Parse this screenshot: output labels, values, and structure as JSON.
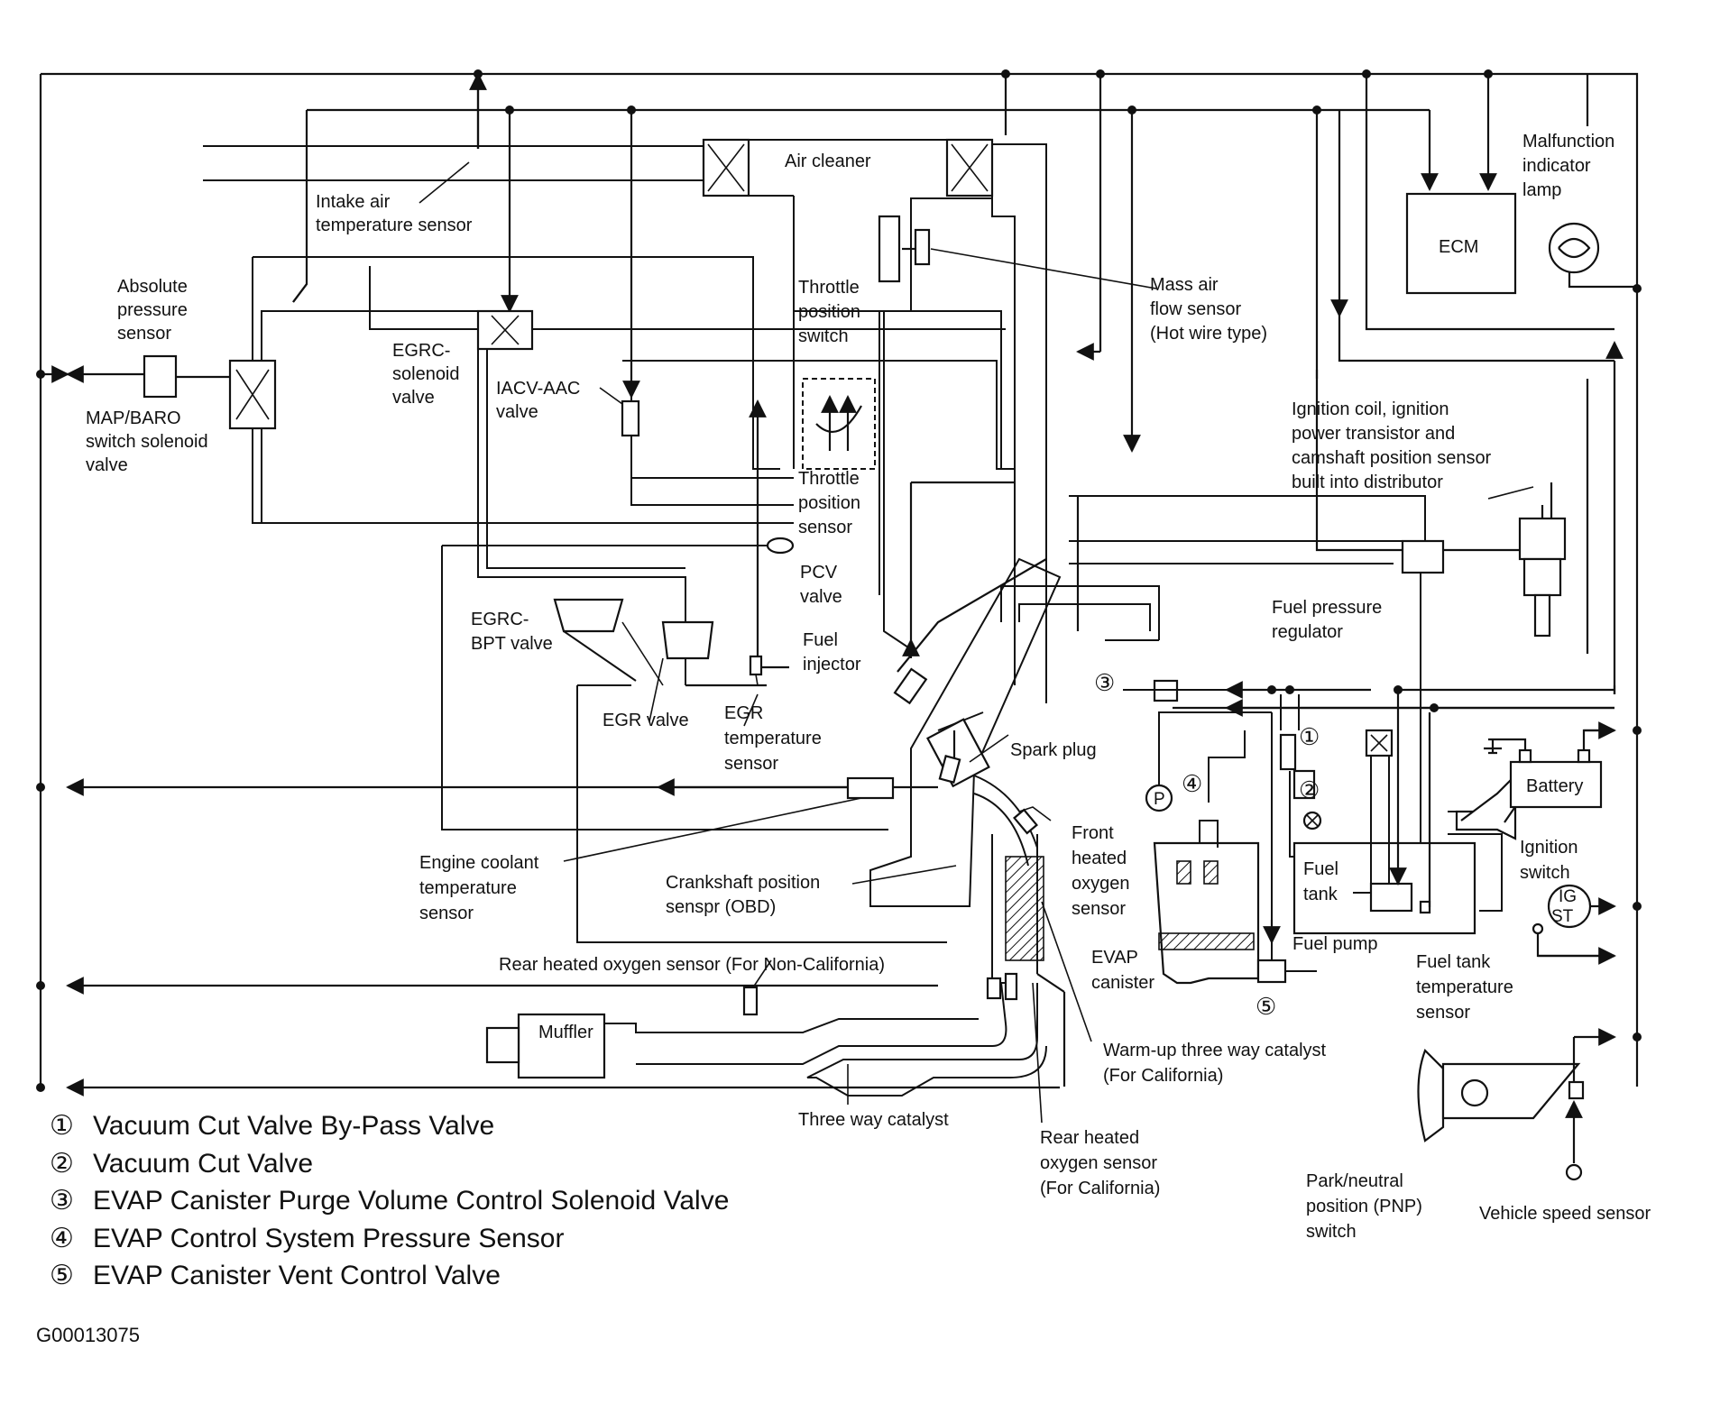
{
  "components": {
    "air_cleaner": "Air cleaner",
    "intake_air_temp": [
      "Intake air",
      "temperature sensor"
    ],
    "absolute_pressure": [
      "Absolute",
      "pressure",
      "sensor"
    ],
    "map_baro": [
      "MAP/BARO",
      "switch solenoid",
      "valve"
    ],
    "egrc_solenoid": [
      "EGRC-",
      "solenoid",
      "valve"
    ],
    "iacv_aac": [
      "IACV-AAC",
      "valve"
    ],
    "throttle_position_switch": [
      "Throttle",
      "position",
      "switch"
    ],
    "throttle_position_sensor": [
      "Throttle",
      "position",
      "sensor"
    ],
    "pcv_valve": [
      "PCV",
      "valve"
    ],
    "egrc_bpt": [
      "EGRC-",
      "BPT valve"
    ],
    "egr_valve": "EGR valve",
    "egr_temp": [
      "EGR",
      "temperature",
      "sensor"
    ],
    "fuel_injector": [
      "Fuel",
      "injector"
    ],
    "spark_plug": "Spark plug",
    "engine_coolant": [
      "Engine coolant",
      "temperature",
      "sensor"
    ],
    "crankshaft": [
      "Crankshaft position",
      "senspr (OBD)"
    ],
    "front_o2": [
      "Front",
      "heated",
      "oxygen",
      "sensor"
    ],
    "rear_o2_noncal": "Rear heated oxygen sensor (For Non-California)",
    "muffler": "Muffler",
    "warmup_cat": [
      "Warm-up three way catalyst",
      "(For California)"
    ],
    "three_way_cat": "Three way catalyst",
    "rear_o2_cal": [
      "Rear heated",
      "oxygen sensor",
      "(For California)"
    ],
    "mass_air_flow": [
      "Mass air",
      "flow sensor",
      "(Hot wire type)"
    ],
    "ecm": "ECM",
    "mil": [
      "Malfunction",
      "indicator",
      "lamp"
    ],
    "ignition_coil": [
      "Ignition coil, ignition",
      "power transistor and",
      "camshaft position sensor",
      "built into distributor"
    ],
    "fuel_pressure_reg": [
      "Fuel pressure",
      "regulator"
    ],
    "battery": "Battery",
    "ignition_switch": [
      "Ignition",
      "switch"
    ],
    "ig": "IG",
    "st": "ST",
    "evap_canister": [
      "EVAP",
      "canister"
    ],
    "fuel_tank": [
      "Fuel",
      "tank"
    ],
    "fuel_pump": "Fuel pump",
    "fuel_tank_temp": [
      "Fuel tank",
      "temperature",
      "sensor"
    ],
    "pnp_switch": [
      "Park/neutral",
      "position (PNP)",
      "switch"
    ],
    "vss": "Vehicle speed sensor",
    "p_symbol": "P"
  },
  "markers": [
    "①",
    "②",
    "③",
    "④",
    "⑤"
  ],
  "legend": [
    {
      "marker": "①",
      "text": "Vacuum Cut Valve By-Pass Valve"
    },
    {
      "marker": "②",
      "text": "Vacuum Cut Valve"
    },
    {
      "marker": "③",
      "text": "EVAP Canister Purge Volume Control Solenoid Valve"
    },
    {
      "marker": "④",
      "text": "EVAP Control System Pressure Sensor"
    },
    {
      "marker": "⑤",
      "text": "EVAP Canister Vent Control Valve"
    }
  ],
  "figure_code": "G00013075"
}
